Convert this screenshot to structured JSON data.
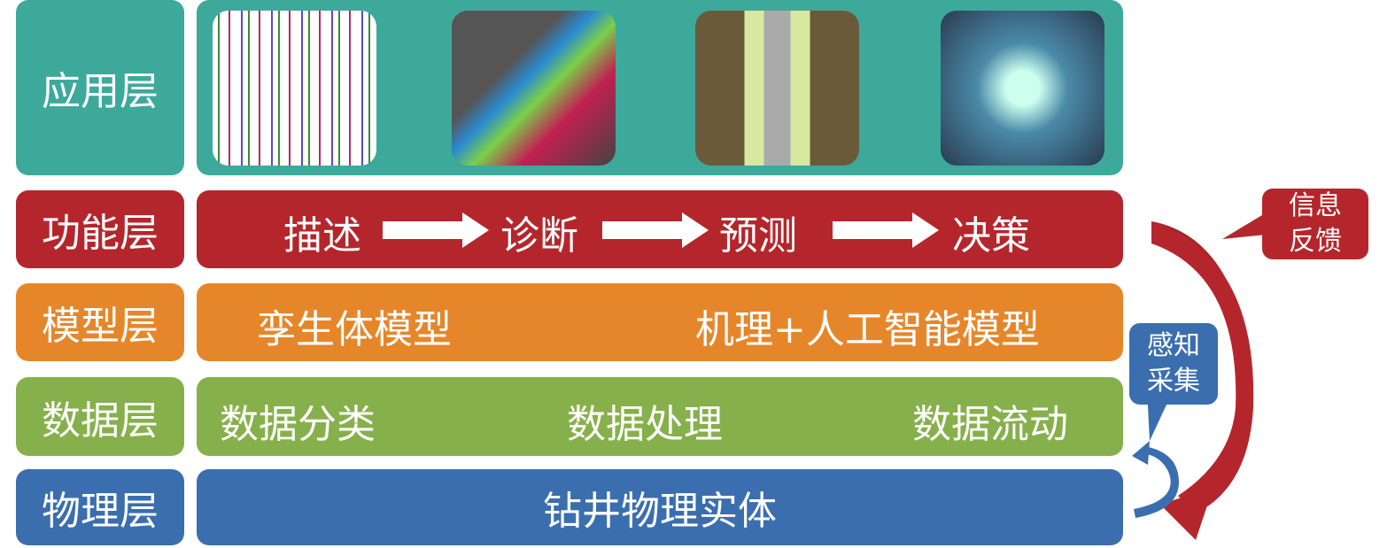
{
  "layers": {
    "app": {
      "label": "应用层"
    },
    "func": {
      "label": "功能层",
      "steps": [
        "描述",
        "诊断",
        "预测",
        "决策"
      ]
    },
    "model": {
      "label": "模型层",
      "items": [
        "孪生体模型",
        "机理+人工智能模型"
      ]
    },
    "data": {
      "label": "数据层",
      "items": [
        "数据分类",
        "数据处理",
        "数据流动"
      ]
    },
    "phys": {
      "label": "物理层",
      "items": [
        "钻井物理实体"
      ]
    }
  },
  "callouts": {
    "feedback": [
      "信息",
      "反馈"
    ],
    "sensing": [
      "感知",
      "采集"
    ]
  },
  "colors": {
    "app": "#3da99b",
    "func": "#b5262c",
    "model": "#e6862a",
    "data": "#86b04b",
    "phys": "#3b6eae"
  }
}
